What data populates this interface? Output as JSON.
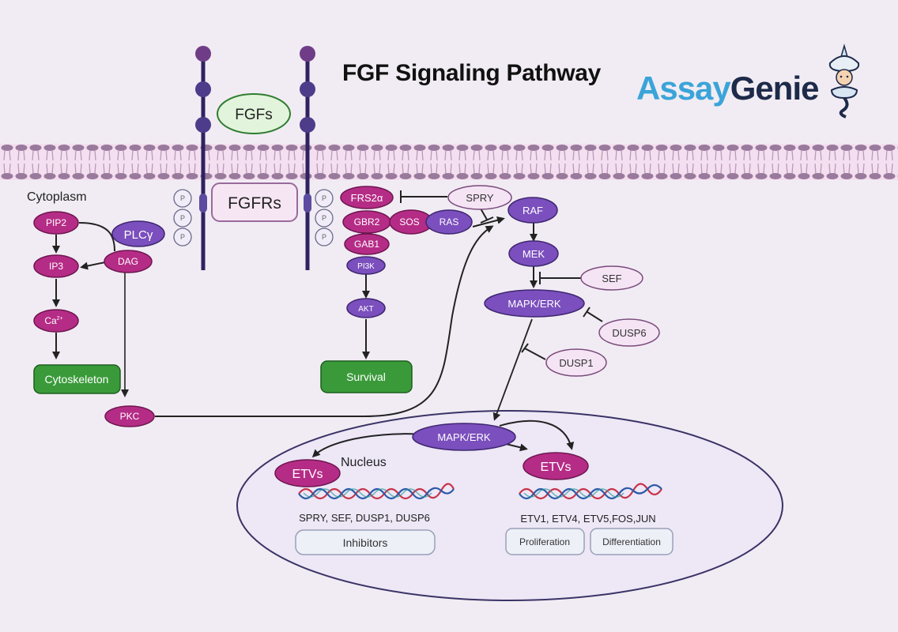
{
  "title": "FGF Signaling Pathway",
  "logo": {
    "part1": "Assay",
    "part2": "Genie",
    "icon": "genie-mascot-icon"
  },
  "colors": {
    "background": "#f1ecf3",
    "magenta_node": "#b52c86",
    "purple_node": "#7b4fbd",
    "light_node": "#f4e4f4",
    "green_box": "#3a9a3a",
    "receptor": "#2e2260",
    "nucleus_fill": "#ede7f6"
  },
  "labels": {
    "fgfs": "FGFs",
    "fgfrs": "FGFRs",
    "cytoplasm": "Cytoplasm",
    "nucleus": "Nucleus",
    "phospho": "P"
  },
  "nodes": {
    "pip2": "PIP2",
    "plcg": "PLCγ",
    "dag": "DAG",
    "ip3": "IP3",
    "ca": "Ca",
    "ca_sup": "2+",
    "cytoskeleton": "Cytoskeleton",
    "pkc": "PKC",
    "frs2a": "FRS2α",
    "gbr2": "GBR2",
    "gab1": "GAB1",
    "pi3k": "PI3K",
    "akt": "AKT",
    "survival": "Survival",
    "sos": "SOS",
    "ras": "RAS",
    "spry": "SPRY",
    "raf": "RAF",
    "mek": "MEK",
    "sef": "SEF",
    "mapk_erk": "MAPK/ERK",
    "dusp6": "DUSP6",
    "dusp1": "DUSP1",
    "mapk_erk_nuc": "MAPK/ERK",
    "etvs_left": "ETVs",
    "etvs_right": "ETVs"
  },
  "nucleus": {
    "left_genes": "SPRY, SEF, DUSP1, DUSP6",
    "left_outcome": "Inhibitors",
    "right_genes": "ETV1, ETV4, ETV5,FOS,JUN",
    "right_outcomes": [
      "Proliferation",
      "Differentiation"
    ]
  }
}
